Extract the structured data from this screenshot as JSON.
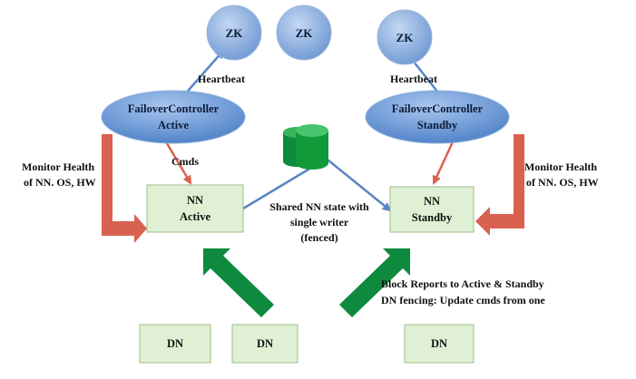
{
  "zk_nodes": [
    "ZK",
    "ZK",
    "ZK"
  ],
  "failover_active": {
    "line1": "FailoverController",
    "line2": "Active"
  },
  "failover_standby": {
    "line1": "FailoverController",
    "line2": "Standby"
  },
  "nn_active": {
    "line1": "NN",
    "line2": "Active"
  },
  "nn_standby": {
    "line1": "NN",
    "line2": "Standby"
  },
  "datanodes": [
    "DN",
    "DN",
    "DN"
  ],
  "labels": {
    "heartbeat_left": "Heartbeat",
    "heartbeat_right": "Heartbeat",
    "cmds": "Cmds",
    "monitor_left_1": "Monitor Health",
    "monitor_left_2": "of NN. OS, HW",
    "monitor_right_1": "Monitor Health",
    "monitor_right_2": "of NN. OS, HW",
    "shared_1": "Shared NN state with",
    "shared_2": "single writer",
    "shared_3": "(fenced)",
    "block_1": "Block Reports to Active & Standby",
    "block_2": "DN fencing: Update cmds from one"
  },
  "colors": {
    "zk_fill": "#8fb2e0",
    "controller_fill": "#5b8fd4",
    "nn_box_fill": "#dff0d4",
    "dn_box_fill": "#dff0d4",
    "red_arrow": "#d9614f",
    "green_arrow": "#0e8a3e",
    "blue_line": "#5a86c4",
    "storage_green": "#109a3a"
  }
}
